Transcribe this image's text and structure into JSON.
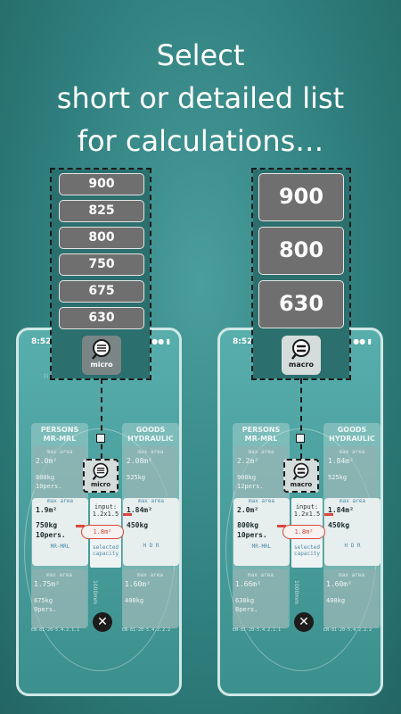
{
  "headline": {
    "line1": "Select",
    "line2": "short or detailed list",
    "line3": "for calculations…"
  },
  "left": {
    "time": "8:52",
    "list": [
      "900",
      "825",
      "800",
      "750",
      "675",
      "630"
    ],
    "toggle_label": "micro",
    "persons": {
      "title1": "PERSONS",
      "title2": "MR-MRL",
      "max_area_label": "max area",
      "top_area": "2.0m²",
      "top_kg": "800kg",
      "top_pers": "10pers.",
      "mid_area": "1.9m²",
      "mid_kg": "750kg",
      "mid_pers": "10pers.",
      "mid_type": "MR-MRL",
      "low_area": "1.75m²",
      "low_kg": "675kg",
      "low_pers": "9pers."
    },
    "goods": {
      "title1": "GOODS",
      "title2": "HYDRAULIC",
      "max_area_label": "max area",
      "top_area": "2.08m²",
      "top_kg": "525kg",
      "mid_area": "1.84m²",
      "mid_kg": "450kg",
      "mid_type": "H D R",
      "low_area": "1.60m²",
      "low_kg": "400kg"
    },
    "input_label": "input:",
    "input_value": "1.2x1.5",
    "selected_area": "1.8m²",
    "selected_caption": "selected capacity",
    "code1": "EN-81-20-5.4.2.1.1",
    "code2": "EN-81-20-5.4.2.2.2",
    "side_text": "1000mm"
  },
  "right": {
    "time": "8:52",
    "list": [
      "900",
      "800",
      "630"
    ],
    "toggle_label": "macro",
    "persons": {
      "title1": "PERSONS",
      "title2": "MR-MRL",
      "max_area_label": "max area",
      "top_area": "2.2m²",
      "top_kg": "900kg",
      "top_pers": "12pers.",
      "mid_area": "2.0m²",
      "mid_kg": "800kg",
      "mid_pers": "10pers.",
      "mid_type": "MR-MRL",
      "low_area": "1.66m²",
      "low_kg": "630kg",
      "low_pers": "8pers."
    },
    "goods": {
      "title1": "GOODS",
      "title2": "HYDRAULIC",
      "max_area_label": "max area",
      "top_area": "1.84m²",
      "top_kg": "525kg",
      "mid_area": "1.84m²",
      "mid_kg": "450kg",
      "mid_type": "H D R",
      "low_area": "1.60m²",
      "low_kg": "400kg"
    },
    "input_label": "input:",
    "input_value": "1.2x1.5",
    "selected_area": "1.8m²",
    "selected_caption": "selected capacity",
    "code1": "EN-81-20-5.4.2.1.1",
    "code2": "EN-81-20-5.4.2.2.2",
    "side_text": "1000mm"
  },
  "icons": {
    "toggle": "list-magnifier-icon",
    "close": "close-icon"
  }
}
